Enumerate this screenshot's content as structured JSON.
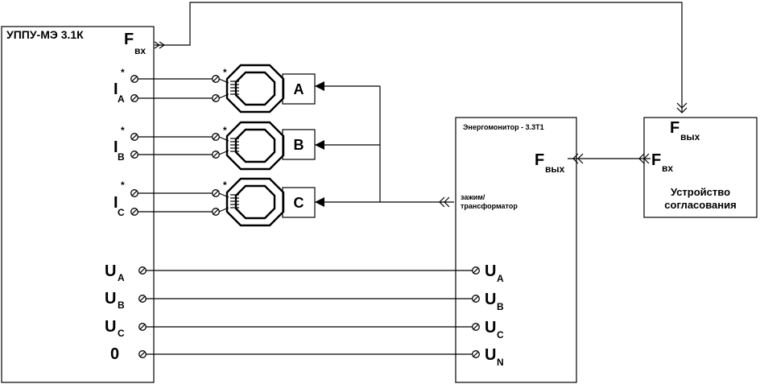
{
  "uppu": {
    "title": "УППУ-МЭ 3.1К",
    "f_in": "F",
    "f_in_sub": "вх",
    "currents": [
      {
        "main": "I",
        "sub": "A"
      },
      {
        "main": "I",
        "sub": "B"
      },
      {
        "main": "I",
        "sub": "C"
      }
    ],
    "voltages": [
      {
        "main": "U",
        "sub": "A"
      },
      {
        "main": "U",
        "sub": "B"
      },
      {
        "main": "U",
        "sub": "C"
      },
      {
        "main": "0",
        "sub": ""
      }
    ],
    "star": "*"
  },
  "transformers": [
    {
      "letter": "A"
    },
    {
      "letter": "B"
    },
    {
      "letter": "C"
    }
  ],
  "energomonitor": {
    "title": "Энергомонитор - 3.3Т1",
    "f_out": "F",
    "f_out_sub": "вых",
    "clamp_label_1": "зажим/",
    "clamp_label_2": "трансформатор",
    "voltages": [
      {
        "main": "U",
        "sub": "A"
      },
      {
        "main": "U",
        "sub": "B"
      },
      {
        "main": "U",
        "sub": "C"
      },
      {
        "main": "U",
        "sub": "N"
      }
    ]
  },
  "coupler": {
    "f_out": "F",
    "f_out_sub": "вых",
    "f_in": "F",
    "f_in_sub": "вх",
    "label_1": "Устройство",
    "label_2": "согласования"
  }
}
